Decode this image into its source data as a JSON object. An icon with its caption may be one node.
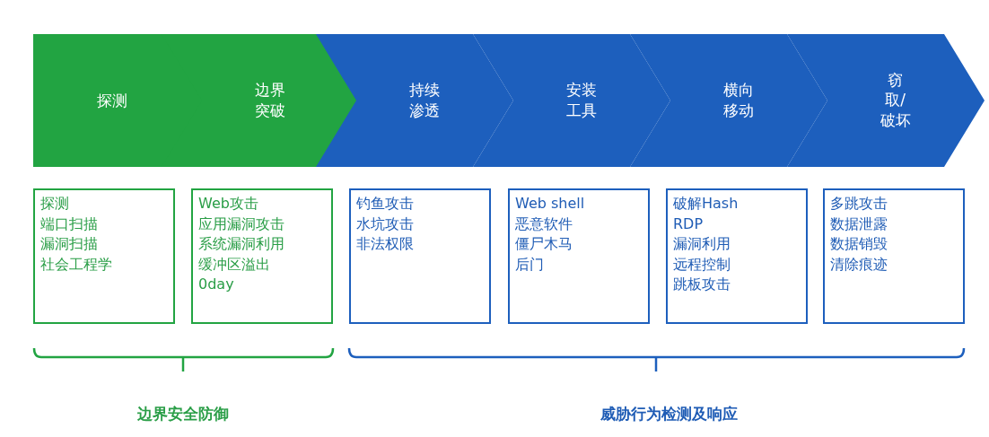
{
  "diagram": {
    "nodes": [
      {
        "text": [
          "探测"
        ]
      },
      {
        "text": [
          "边界突破"
        ]
      },
      {
        "text": [
          "持续渗透"
        ]
      },
      {
        "text": [
          "安装工具"
        ]
      },
      {
        "text": [
          "横向移动"
        ]
      },
      {
        "text": [
          "窃取/破坏"
        ]
      },
      {
        "text": [
          "探测",
          "端口扫描",
          "漏洞扫描",
          "社会工程学"
        ]
      },
      {
        "text": [
          "Web攻击",
          "应用漏洞攻击",
          "系统漏洞利用",
          "缓冲区溢出",
          "0day"
        ]
      },
      {
        "text": [
          "钓鱼攻击",
          "水坑攻击",
          "非法权限"
        ]
      },
      {
        "text": [
          "Web shell",
          "恶意软件",
          "僵尸木马",
          "后门"
        ]
      },
      {
        "text": [
          "破解Hash",
          "RDP",
          "漏洞利用",
          "远程控制",
          "跳板攻击"
        ]
      },
      {
        "text": [
          "多跳攻击",
          "数据泄露",
          "数据销毁",
          "清除痕迹"
        ]
      }
    ],
    "labels": [
      "边界安全防御",
      "威胁行为检测及响应"
    ]
  }
}
